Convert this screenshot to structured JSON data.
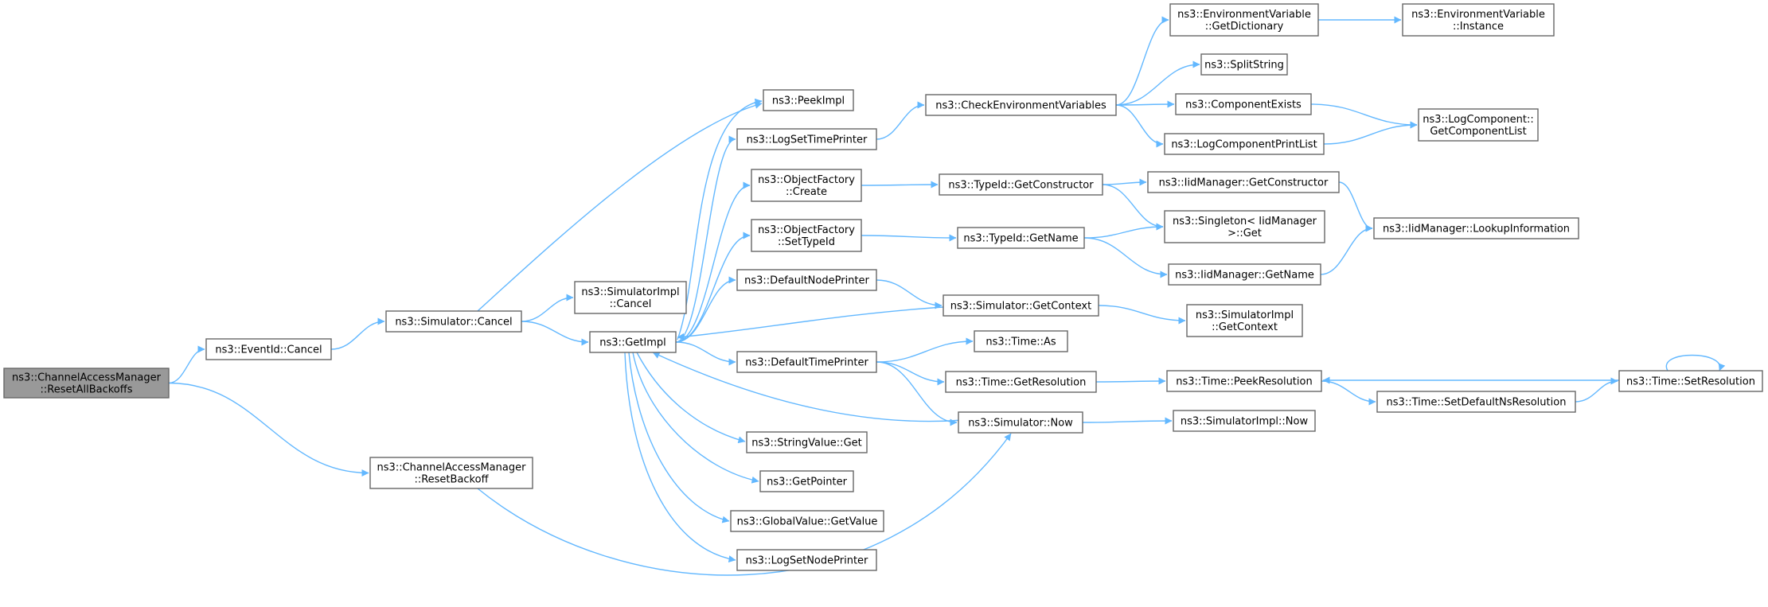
{
  "graph": {
    "nodes": [
      {
        "id": "root",
        "label": [
          "ns3::ChannelAccessManager",
          "::ResetAllBackoffs"
        ]
      },
      {
        "id": "eventid_cancel",
        "label": [
          "ns3::EventId::Cancel"
        ]
      },
      {
        "id": "reset_backoff",
        "label": [
          "ns3::ChannelAccessManager",
          "::ResetBackoff"
        ]
      },
      {
        "id": "sim_cancel",
        "label": [
          "ns3::Simulator::Cancel"
        ]
      },
      {
        "id": "simimpl_cancel",
        "label": [
          "ns3::SimulatorImpl",
          "::Cancel"
        ]
      },
      {
        "id": "getimpl",
        "label": [
          "ns3::GetImpl"
        ]
      },
      {
        "id": "peekimpl",
        "label": [
          "ns3::PeekImpl"
        ]
      },
      {
        "id": "logsettimeprinter",
        "label": [
          "ns3::LogSetTimePrinter"
        ]
      },
      {
        "id": "of_create",
        "label": [
          "ns3::ObjectFactory",
          "::Create"
        ]
      },
      {
        "id": "of_settypeid",
        "label": [
          "ns3::ObjectFactory",
          "::SetTypeId"
        ]
      },
      {
        "id": "defaultnodeprinter",
        "label": [
          "ns3::DefaultNodePrinter"
        ]
      },
      {
        "id": "defaulttimeprinter",
        "label": [
          "ns3::DefaultTimePrinter"
        ]
      },
      {
        "id": "stringvalue_get",
        "label": [
          "ns3::StringValue::Get"
        ]
      },
      {
        "id": "getpointer",
        "label": [
          "ns3::GetPointer"
        ]
      },
      {
        "id": "globalvalue_getvalue",
        "label": [
          "ns3::GlobalValue::GetValue"
        ]
      },
      {
        "id": "logsetnodeprinter",
        "label": [
          "ns3::LogSetNodePrinter"
        ]
      },
      {
        "id": "checkenv",
        "label": [
          "ns3::CheckEnvironmentVariables"
        ]
      },
      {
        "id": "typeid_getconstructor",
        "label": [
          "ns3::TypeId::GetConstructor"
        ]
      },
      {
        "id": "typeid_getname",
        "label": [
          "ns3::TypeId::GetName"
        ]
      },
      {
        "id": "sim_getcontext",
        "label": [
          "ns3::Simulator::GetContext"
        ]
      },
      {
        "id": "time_as",
        "label": [
          "ns3::Time::As"
        ]
      },
      {
        "id": "time_getresolution",
        "label": [
          "ns3::Time::GetResolution"
        ]
      },
      {
        "id": "sim_now",
        "label": [
          "ns3::Simulator::Now"
        ]
      },
      {
        "id": "env_getdictionary",
        "label": [
          "ns3::EnvironmentVariable",
          "::GetDictionary"
        ]
      },
      {
        "id": "splitstring",
        "label": [
          "ns3::SplitString"
        ]
      },
      {
        "id": "componentexists",
        "label": [
          "ns3::ComponentExists"
        ]
      },
      {
        "id": "logcomponentprintlist",
        "label": [
          "ns3::LogComponentPrintList"
        ]
      },
      {
        "id": "iid_getconstructor",
        "label": [
          "ns3::IidManager::GetConstructor"
        ]
      },
      {
        "id": "singleton_get",
        "label": [
          "ns3::Singleton< IidManager",
          " >::Get"
        ]
      },
      {
        "id": "iid_getname",
        "label": [
          "ns3::IidManager::GetName"
        ]
      },
      {
        "id": "simimpl_getcontext",
        "label": [
          "ns3::SimulatorImpl",
          "::GetContext"
        ]
      },
      {
        "id": "time_peekresolution",
        "label": [
          "ns3::Time::PeekResolution"
        ]
      },
      {
        "id": "simimpl_now",
        "label": [
          "ns3::SimulatorImpl::Now"
        ]
      },
      {
        "id": "env_instance",
        "label": [
          "ns3::EnvironmentVariable",
          "::Instance"
        ]
      },
      {
        "id": "logcomponent_getlist",
        "label": [
          "ns3::LogComponent::",
          "GetComponentList"
        ]
      },
      {
        "id": "iid_lookupinformation",
        "label": [
          "ns3::IidManager::LookupInformation"
        ]
      },
      {
        "id": "time_setdefaultnsresolution",
        "label": [
          "ns3::Time::SetDefaultNsResolution"
        ]
      },
      {
        "id": "time_setresolution",
        "label": [
          "ns3::Time::SetResolution"
        ]
      }
    ],
    "edges": [
      [
        "root",
        "eventid_cancel"
      ],
      [
        "root",
        "reset_backoff"
      ],
      [
        "eventid_cancel",
        "sim_cancel"
      ],
      [
        "sim_cancel",
        "simimpl_cancel"
      ],
      [
        "sim_cancel",
        "getimpl"
      ],
      [
        "sim_cancel",
        "peekimpl"
      ],
      [
        "reset_backoff",
        "sim_now"
      ],
      [
        "getimpl",
        "peekimpl"
      ],
      [
        "getimpl",
        "logsettimeprinter"
      ],
      [
        "getimpl",
        "of_create"
      ],
      [
        "getimpl",
        "of_settypeid"
      ],
      [
        "getimpl",
        "defaultnodeprinter"
      ],
      [
        "getimpl",
        "defaulttimeprinter"
      ],
      [
        "getimpl",
        "stringvalue_get"
      ],
      [
        "getimpl",
        "getpointer"
      ],
      [
        "getimpl",
        "globalvalue_getvalue"
      ],
      [
        "getimpl",
        "logsetnodeprinter"
      ],
      [
        "logsettimeprinter",
        "checkenv"
      ],
      [
        "of_create",
        "typeid_getconstructor"
      ],
      [
        "of_settypeid",
        "typeid_getname"
      ],
      [
        "defaultnodeprinter",
        "sim_getcontext"
      ],
      [
        "sim_getcontext",
        "getimpl"
      ],
      [
        "sim_getcontext",
        "simimpl_getcontext"
      ],
      [
        "defaulttimeprinter",
        "time_as"
      ],
      [
        "defaulttimeprinter",
        "time_getresolution"
      ],
      [
        "defaulttimeprinter",
        "sim_now"
      ],
      [
        "sim_now",
        "getimpl"
      ],
      [
        "sim_now",
        "simimpl_now"
      ],
      [
        "checkenv",
        "env_getdictionary"
      ],
      [
        "checkenv",
        "splitstring"
      ],
      [
        "checkenv",
        "componentexists"
      ],
      [
        "checkenv",
        "logcomponentprintlist"
      ],
      [
        "env_getdictionary",
        "env_instance"
      ],
      [
        "componentexists",
        "logcomponent_getlist"
      ],
      [
        "logcomponentprintlist",
        "logcomponent_getlist"
      ],
      [
        "typeid_getconstructor",
        "iid_getconstructor"
      ],
      [
        "typeid_getconstructor",
        "singleton_get"
      ],
      [
        "typeid_getname",
        "singleton_get"
      ],
      [
        "typeid_getname",
        "iid_getname"
      ],
      [
        "iid_getconstructor",
        "iid_lookupinformation"
      ],
      [
        "iid_getname",
        "iid_lookupinformation"
      ],
      [
        "time_getresolution",
        "time_peekresolution"
      ],
      [
        "time_peekresolution",
        "time_setdefaultnsresolution"
      ],
      [
        "time_setdefaultnsresolution",
        "time_setresolution"
      ],
      [
        "time_setresolution",
        "time_peekresolution"
      ],
      [
        "time_setresolution",
        "time_setresolution"
      ]
    ],
    "colors": {
      "edge": "#63b8ff",
      "node_border": "#666666",
      "root_fill": "#999999",
      "node_fill": "#ffffff"
    },
    "edge_arrow": "filled-triangle"
  }
}
